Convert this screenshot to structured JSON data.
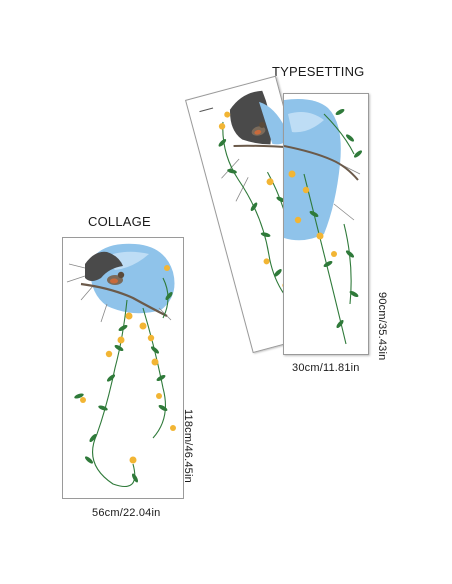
{
  "collage": {
    "title": "COLLAGE",
    "width_label": "56cm/22.04in",
    "height_label": "118cm/46.45in"
  },
  "typesetting": {
    "title": "TYPESETTING",
    "width_label": "30cm/11.81in",
    "height_label": "90cm/35.43in"
  },
  "colors": {
    "sky": "#8fc3ea",
    "leaf": "#2f7a3a",
    "flower": "#f2b534",
    "rock": "#4a4a4a"
  }
}
